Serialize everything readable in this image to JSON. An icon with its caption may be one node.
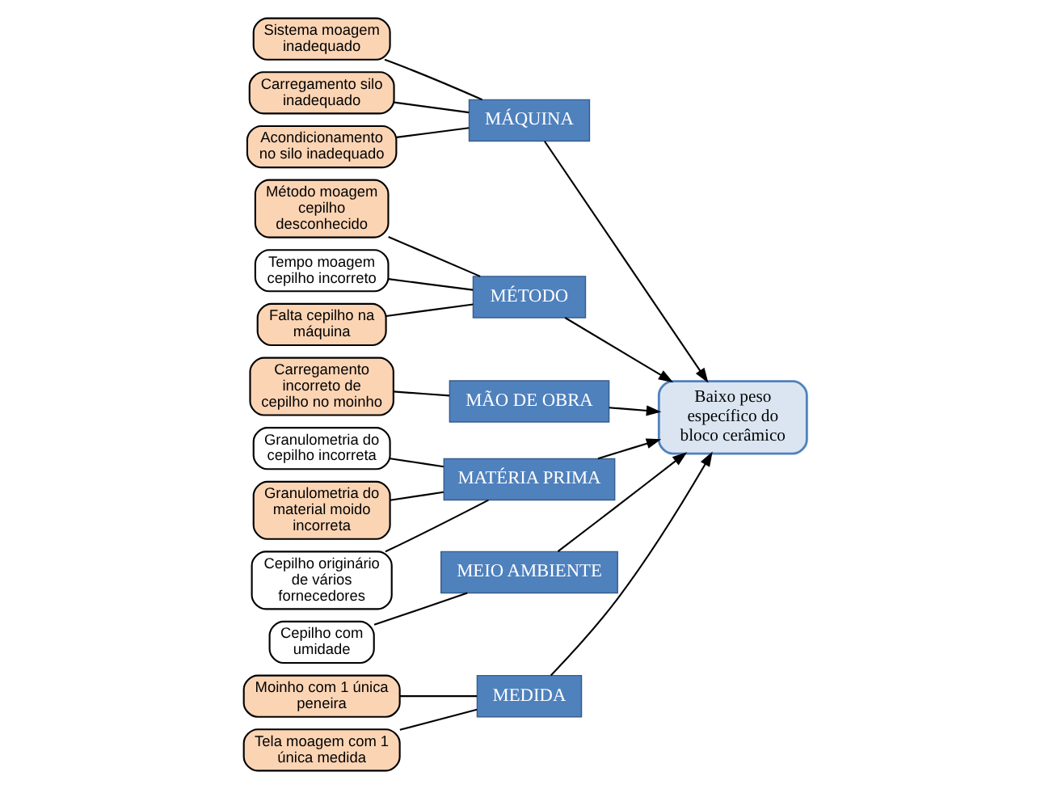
{
  "diagram": {
    "nodes": [
      {
        "text": [
          "MEDIDA"
        ]
      },
      {
        "text": [
          "MÁQUINA"
        ]
      },
      {
        "text": [
          "MÉTODO"
        ]
      },
      {
        "text": [
          "Sistema moagem inadequado"
        ]
      },
      {
        "text": [
          "Método moagem cepilho desconhecido"
        ]
      },
      {
        "text": [
          "Moinho com 1 única peneira"
        ]
      },
      {
        "text": [
          "Carregamento silo inadequado"
        ]
      },
      {
        "text": [
          "Tempo moagem cepilho incorreto"
        ]
      },
      {
        "text": [
          "Tela moagem com 1 única medida"
        ]
      },
      {
        "text": [
          "Acondicionamento no silo inadequado"
        ]
      },
      {
        "text": [
          "Falta cepilho na máquina"
        ]
      },
      {
        "text": [
          "Baixo peso específico do bloco cerâmico"
        ]
      },
      {
        "text": [
          "Carregamento incorreto de cepilho no moinho"
        ]
      },
      {
        "text": [
          "Granulometria do cepilho incorreta"
        ]
      },
      {
        "text": [
          "Cepilho com umidade"
        ]
      },
      {
        "text": [
          "Granulometria do material moido incorreta"
        ]
      },
      {
        "text": [
          "Cepilho originário de vários fornecedores"
        ]
      },
      {
        "text": [
          "MÃO DE OBRA"
        ]
      },
      {
        "text": [
          "MATÉRIA PRIMA"
        ]
      },
      {
        "text": [
          "MEIO AMBIENTE"
        ]
      }
    ],
    "edges": [
      {
        "from": 3,
        "to": 1,
        "arrow": "none"
      },
      {
        "from": 4,
        "to": 2,
        "arrow": "none"
      },
      {
        "from": 5,
        "to": 0,
        "arrow": "none"
      },
      {
        "from": 6,
        "to": 1,
        "arrow": "none"
      },
      {
        "from": 7,
        "to": 2,
        "arrow": "none"
      },
      {
        "from": 8,
        "to": 0,
        "arrow": "none"
      },
      {
        "from": 9,
        "to": 1,
        "arrow": "none"
      },
      {
        "from": 10,
        "to": 2,
        "arrow": "none"
      },
      {
        "from": 12,
        "to": 17,
        "arrow": "none"
      },
      {
        "from": 13,
        "to": 18,
        "arrow": "none"
      },
      {
        "from": 14,
        "to": 19,
        "arrow": "none"
      },
      {
        "from": 15,
        "to": 18,
        "arrow": "none"
      },
      {
        "from": 16,
        "to": 18,
        "arrow": "none"
      },
      {
        "from": 0,
        "to": 11,
        "arrow": "to"
      },
      {
        "from": 1,
        "to": 11,
        "arrow": "to"
      },
      {
        "from": 2,
        "to": 11,
        "arrow": "to"
      },
      {
        "from": 17,
        "to": 11,
        "arrow": "to"
      },
      {
        "from": 18,
        "to": 11,
        "arrow": "to"
      },
      {
        "from": 19,
        "to": 11,
        "arrow": "to"
      }
    ]
  }
}
